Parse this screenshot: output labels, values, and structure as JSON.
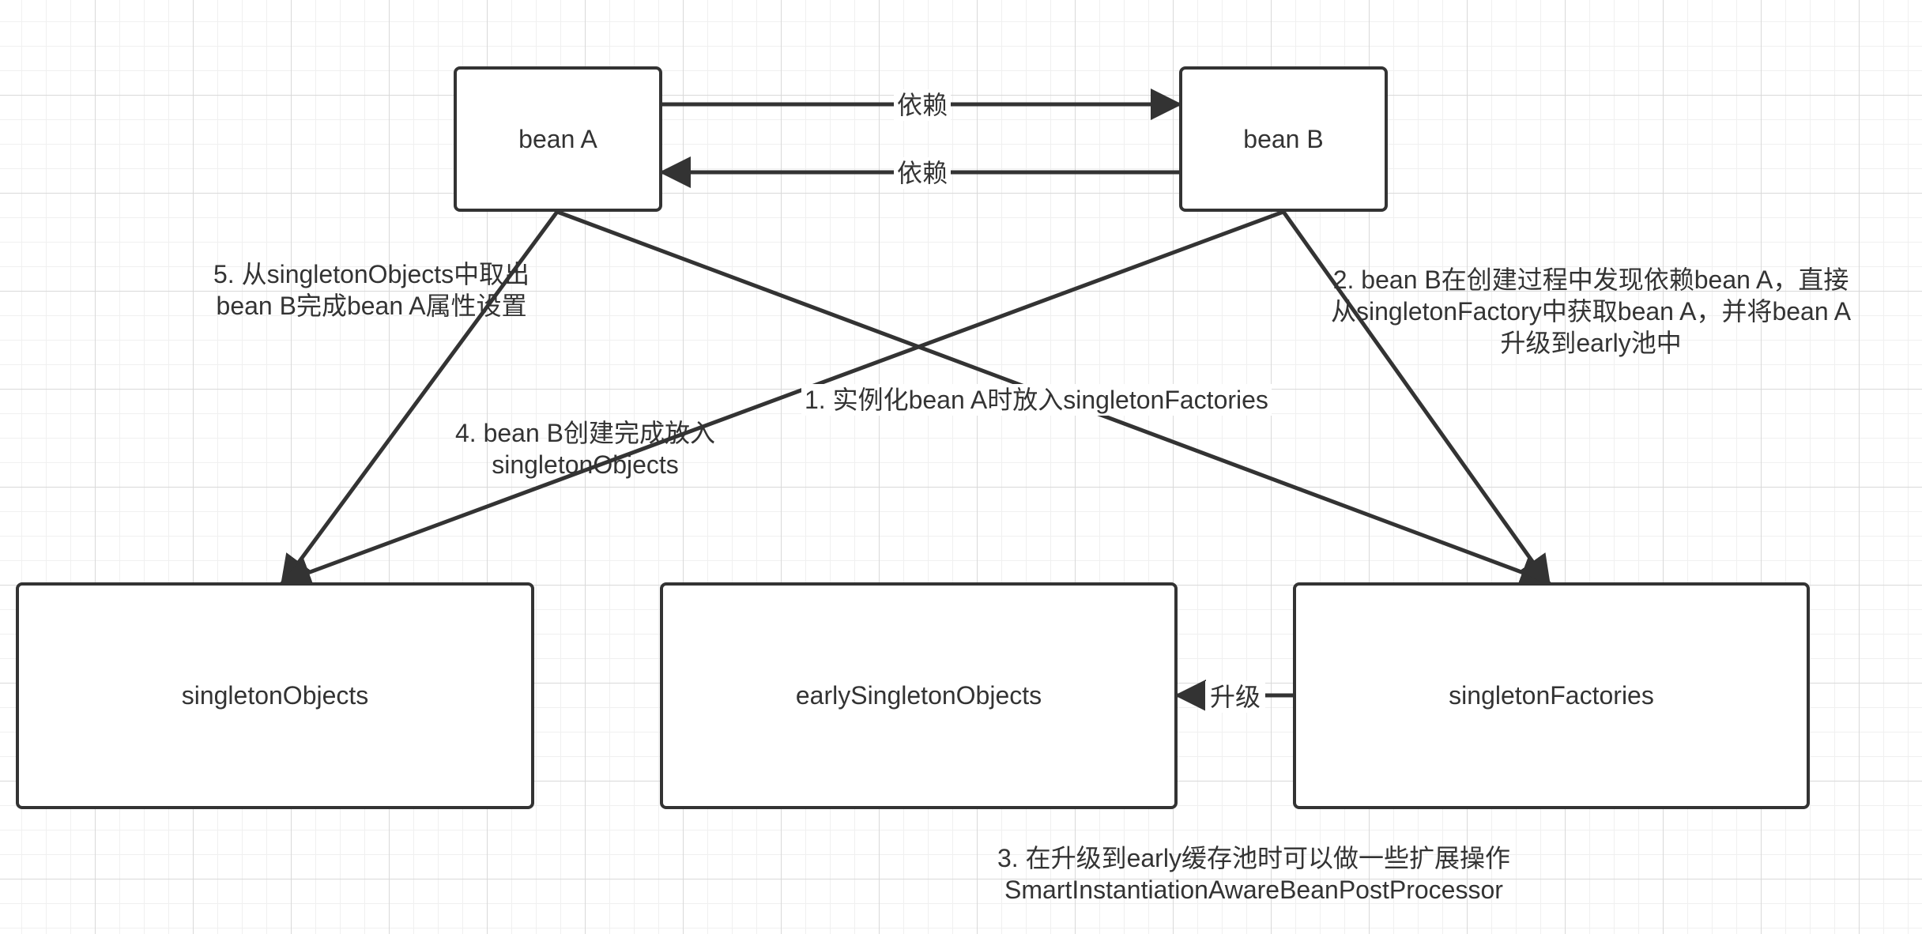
{
  "nodes": {
    "bean_a": "bean A",
    "bean_b": "bean B",
    "singleton_objects": "singletonObjects",
    "early_singleton_objects": "earlySingletonObjects",
    "singleton_factories": "singletonFactories"
  },
  "edges": {
    "a_depends_b": "依赖",
    "b_depends_a": "依赖",
    "upgrade": "升级"
  },
  "steps": {
    "step1": "1. 实例化bean A时放入singletonFactories",
    "step2": [
      "2. bean B在创建过程中发现依赖bean A，直接",
      "从singletonFactory中获取bean A，并将bean A",
      "升级到early池中"
    ],
    "step3": [
      "3. 在升级到early缓存池时可以做一些扩展操作",
      "SmartInstantiationAwareBeanPostProcessor"
    ],
    "step4": [
      "4. bean B创建完成放入",
      "singletonObjects"
    ],
    "step5": [
      "5. 从singletonObjects中取出",
      "bean B完成bean A属性设置"
    ]
  },
  "colors": {
    "stroke": "#333333",
    "grid": "#d9d9d9",
    "background": "#ffffff"
  }
}
